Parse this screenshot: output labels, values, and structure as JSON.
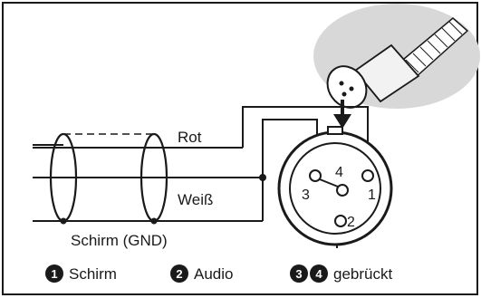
{
  "labels": {
    "wire_red": "Rot",
    "wire_white": "Weiß",
    "shield": "Schirm (GND)",
    "pin_1": "1",
    "pin_2": "2",
    "pin_3": "3",
    "pin_4": "4"
  },
  "legend": [
    {
      "marker": "1",
      "text": "Schirm"
    },
    {
      "marker": "2",
      "text": "Audio"
    },
    {
      "marker": "3",
      "text": ""
    },
    {
      "marker": "4",
      "text": "gebrückt"
    }
  ],
  "colors": {
    "ink": "#1a1a1a",
    "connector_backdrop": "#d8d8d8",
    "page": "#ffffff"
  },
  "icons": {
    "connector": "xlr-cable-plug-icon",
    "marker_style": "filled-circle-number"
  }
}
